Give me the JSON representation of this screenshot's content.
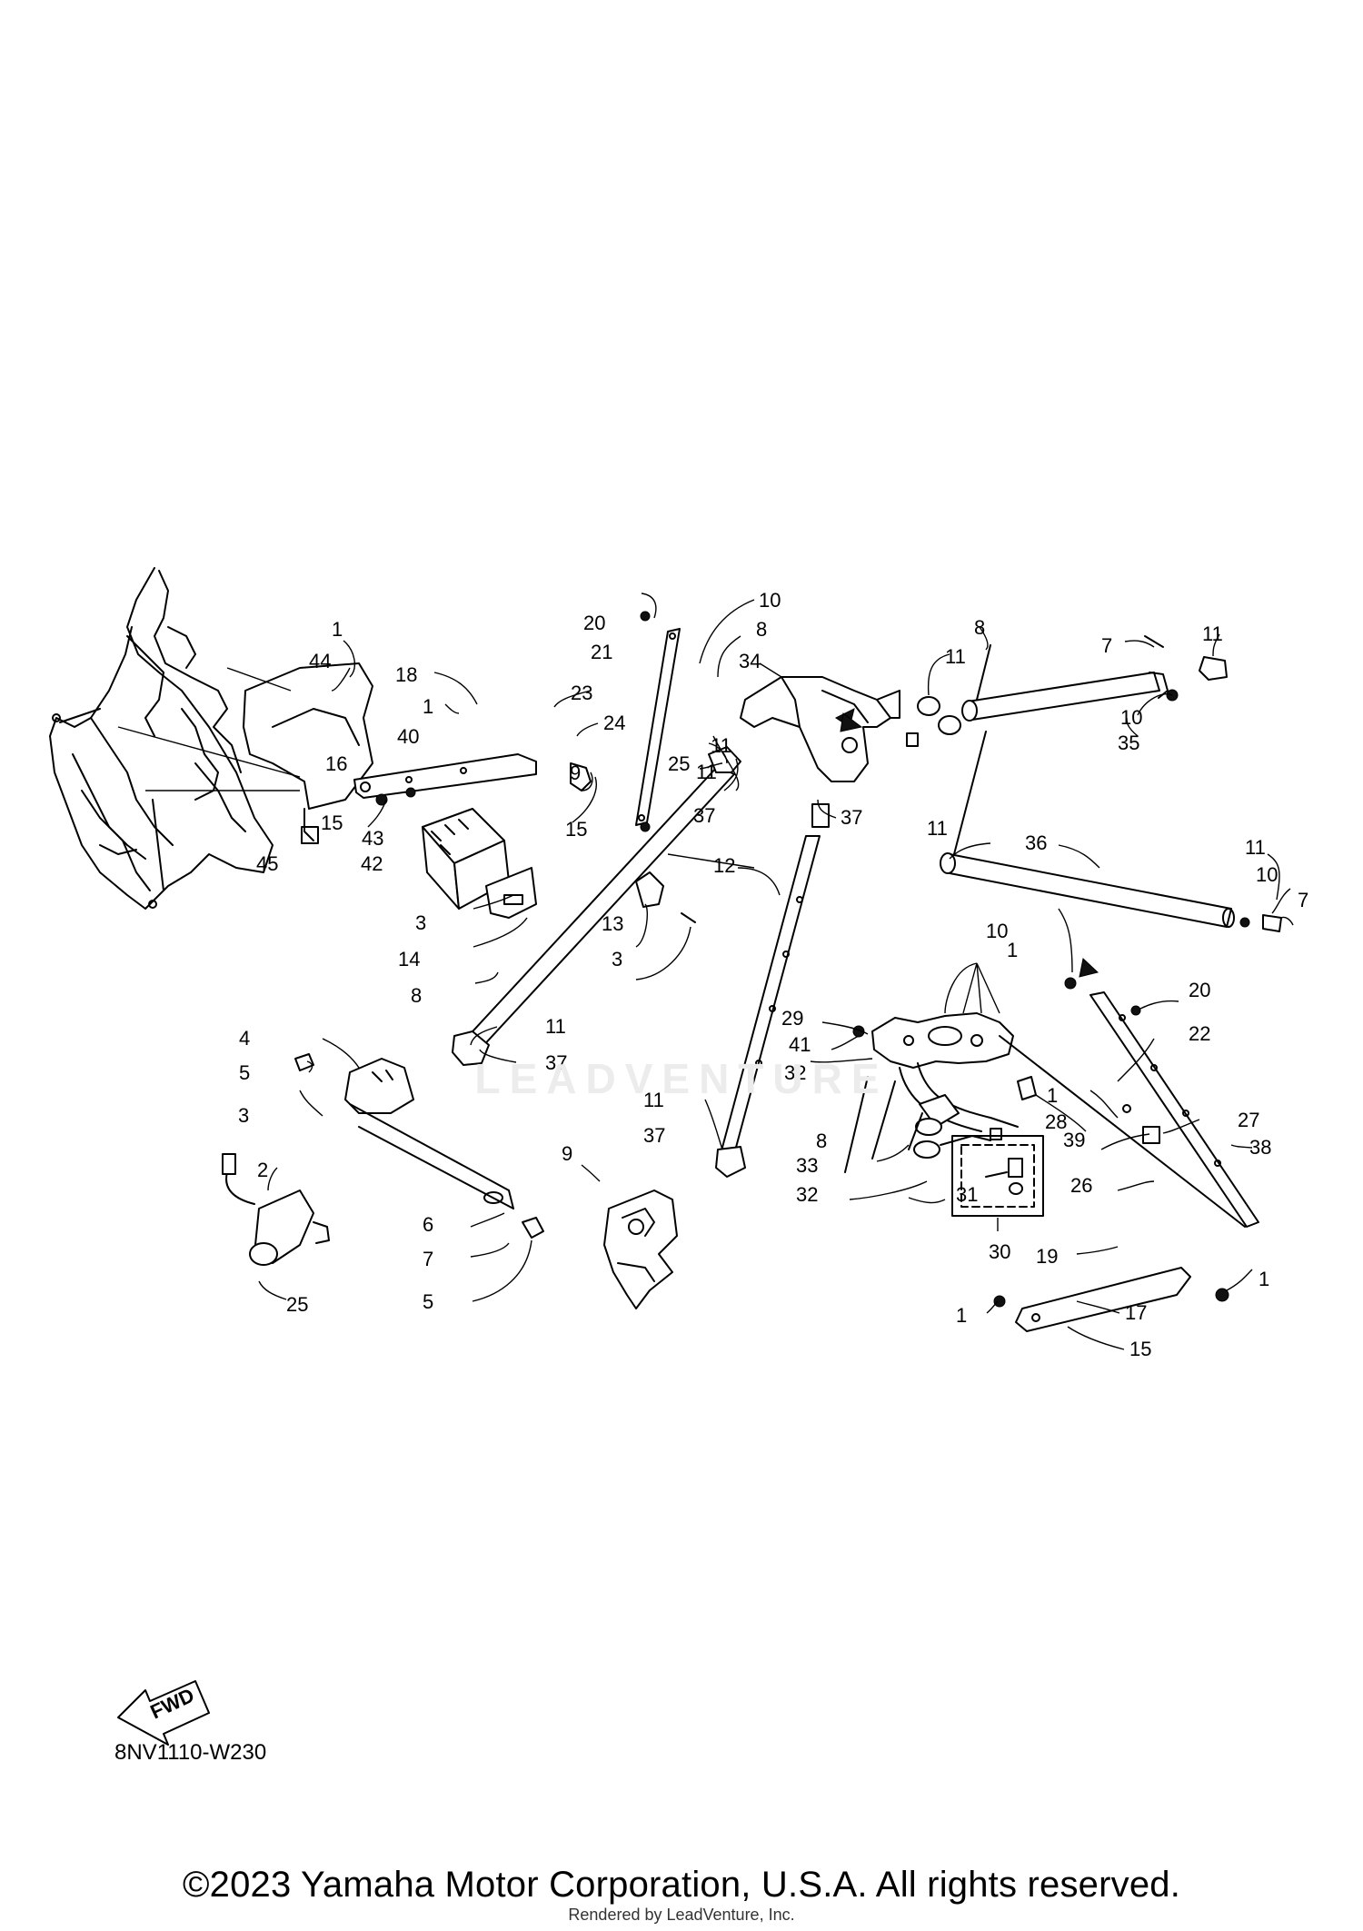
{
  "diagram": {
    "code": "8NV1110-W230",
    "fwd_label": "FWD",
    "watermark": "LEADVENTURE",
    "copyright": "©2023 Yamaha Motor Corporation, U.S.A. All rights reserved.",
    "render_credit": "Rendered by LeadVenture, Inc."
  },
  "callouts": [
    {
      "id": "c1",
      "text": "1"
    },
    {
      "id": "c2",
      "text": "44"
    },
    {
      "id": "c3",
      "text": "20"
    },
    {
      "id": "c4",
      "text": "10"
    },
    {
      "id": "c5",
      "text": "21"
    },
    {
      "id": "c6",
      "text": "8"
    },
    {
      "id": "c7",
      "text": "34"
    },
    {
      "id": "c8",
      "text": "8"
    },
    {
      "id": "c9",
      "text": "11"
    },
    {
      "id": "c10",
      "text": "7"
    },
    {
      "id": "c11",
      "text": "11"
    },
    {
      "id": "c12",
      "text": "18"
    },
    {
      "id": "c13",
      "text": "23"
    },
    {
      "id": "c14",
      "text": "1"
    },
    {
      "id": "c15",
      "text": "24"
    },
    {
      "id": "c16",
      "text": "40"
    },
    {
      "id": "c17",
      "text": "11"
    },
    {
      "id": "c18",
      "text": "25"
    },
    {
      "id": "c19",
      "text": "10"
    },
    {
      "id": "c20",
      "text": "35"
    },
    {
      "id": "c21",
      "text": "16"
    },
    {
      "id": "c22",
      "text": "9"
    },
    {
      "id": "c23",
      "text": "11"
    },
    {
      "id": "c24",
      "text": "37"
    },
    {
      "id": "c25",
      "text": "15"
    },
    {
      "id": "c26",
      "text": "37"
    },
    {
      "id": "c27",
      "text": "11"
    },
    {
      "id": "c28",
      "text": "43"
    },
    {
      "id": "c29",
      "text": "15"
    },
    {
      "id": "c30",
      "text": "42"
    },
    {
      "id": "c31",
      "text": "45"
    },
    {
      "id": "c32",
      "text": "12"
    },
    {
      "id": "c33",
      "text": "36"
    },
    {
      "id": "c34",
      "text": "11"
    },
    {
      "id": "c35",
      "text": "10"
    },
    {
      "id": "c36",
      "text": "7"
    },
    {
      "id": "c37",
      "text": "3"
    },
    {
      "id": "c38",
      "text": "13"
    },
    {
      "id": "c39",
      "text": "14"
    },
    {
      "id": "c40",
      "text": "3"
    },
    {
      "id": "c41",
      "text": "10"
    },
    {
      "id": "c42",
      "text": "1"
    },
    {
      "id": "c43",
      "text": "20"
    },
    {
      "id": "c44",
      "text": "8"
    },
    {
      "id": "c45",
      "text": "29"
    },
    {
      "id": "c46",
      "text": "11"
    },
    {
      "id": "c47",
      "text": "22"
    },
    {
      "id": "c48",
      "text": "41"
    },
    {
      "id": "c49",
      "text": "37"
    },
    {
      "id": "c50",
      "text": "32"
    },
    {
      "id": "c51",
      "text": "4"
    },
    {
      "id": "c52",
      "text": "5"
    },
    {
      "id": "c53",
      "text": "1"
    },
    {
      "id": "c54",
      "text": "28"
    },
    {
      "id": "c55",
      "text": "27"
    },
    {
      "id": "c56",
      "text": "3"
    },
    {
      "id": "c57",
      "text": "11"
    },
    {
      "id": "c58",
      "text": "39"
    },
    {
      "id": "c59",
      "text": "37"
    },
    {
      "id": "c60",
      "text": "8"
    },
    {
      "id": "c61",
      "text": "38"
    },
    {
      "id": "c62",
      "text": "33"
    },
    {
      "id": "c63",
      "text": "9"
    },
    {
      "id": "c64",
      "text": "2"
    },
    {
      "id": "c65",
      "text": "32"
    },
    {
      "id": "c66",
      "text": "26"
    },
    {
      "id": "c67",
      "text": "31"
    },
    {
      "id": "c68",
      "text": "6"
    },
    {
      "id": "c69",
      "text": "7"
    },
    {
      "id": "c70",
      "text": "30"
    },
    {
      "id": "c71",
      "text": "19"
    },
    {
      "id": "c72",
      "text": "1"
    },
    {
      "id": "c73",
      "text": "5"
    },
    {
      "id": "c74",
      "text": "1"
    },
    {
      "id": "c75",
      "text": "17"
    },
    {
      "id": "c76",
      "text": "25"
    },
    {
      "id": "c77",
      "text": "15"
    }
  ]
}
